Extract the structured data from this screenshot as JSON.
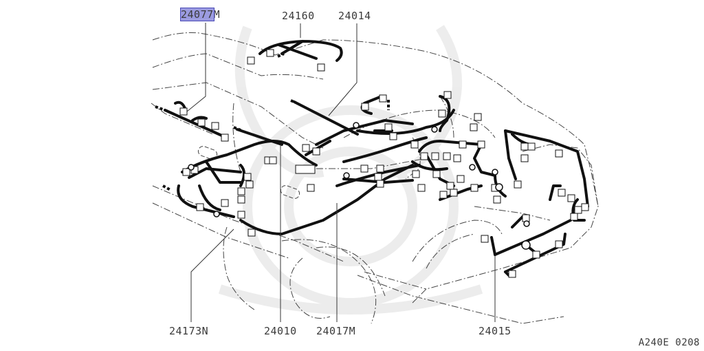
{
  "diagram": {
    "type": "wiring-harness-exploded-view",
    "figure_id": "A240E 0208",
    "highlight_color": "#9b9be0",
    "callouts": [
      {
        "id": "c1",
        "prefix": "24077",
        "suffix": "M",
        "full": "24077M",
        "highlighted": true
      },
      {
        "id": "c2",
        "prefix": "24160",
        "suffix": "",
        "full": "24160",
        "highlighted": false
      },
      {
        "id": "c3",
        "prefix": "24014",
        "suffix": "",
        "full": "24014",
        "highlighted": false
      },
      {
        "id": "c4",
        "prefix": "24173N",
        "suffix": "",
        "full": "24173N",
        "highlighted": false
      },
      {
        "id": "c5",
        "prefix": "24010",
        "suffix": "",
        "full": "24010",
        "highlighted": false
      },
      {
        "id": "c6",
        "prefix": "24017M",
        "suffix": "",
        "full": "24017M",
        "highlighted": false
      },
      {
        "id": "c7",
        "prefix": "24015",
        "suffix": "",
        "full": "24015",
        "highlighted": false
      }
    ]
  }
}
